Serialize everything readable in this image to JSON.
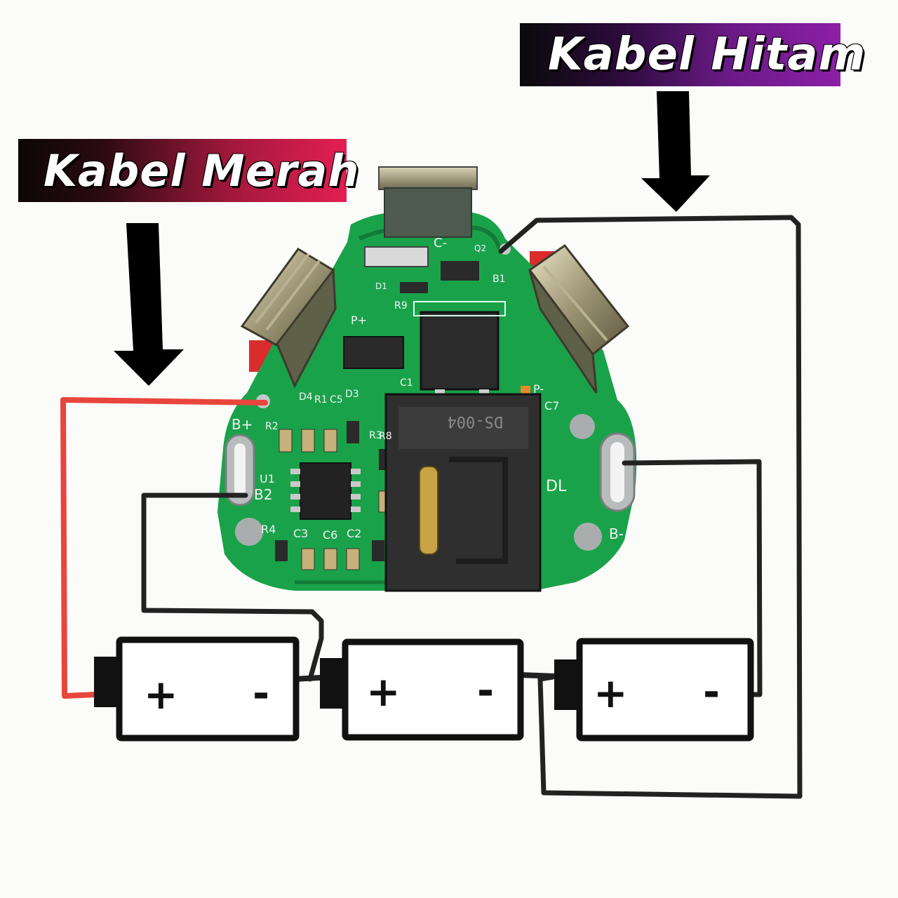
{
  "labels": {
    "red_wire": "Kabel Merah",
    "black_wire": "Kabel Hitam"
  },
  "pcb": {
    "silkscreen": {
      "b_plus": "B+",
      "b2": "B2",
      "b_minus": "B-",
      "u1": "U1",
      "r4": "R4",
      "r2": "R2",
      "r1": "R1",
      "r3": "R3",
      "r8": "R8",
      "r9": "R9",
      "c3": "C3",
      "c6": "C6",
      "c2": "C2",
      "c5": "C5",
      "c1": "C1",
      "c7": "C7",
      "d1": "D1",
      "d3": "D3",
      "d4": "D4",
      "dl": "DL",
      "c_minus": "C-",
      "p_plus": "P+",
      "p_minus": "P-",
      "b1": "B1",
      "q2": "Q2",
      "part_code": "DS-004"
    }
  },
  "batteries": [
    {
      "plus": "+",
      "minus": "-"
    },
    {
      "plus": "+",
      "minus": "-"
    },
    {
      "plus": "+",
      "minus": "-"
    }
  ],
  "colors": {
    "red_wire": "#e8453c",
    "black_wire": "#222222",
    "pcb_green": "#1aa24a",
    "banner_red": "#e31f52",
    "banner_purple": "#8c1fa6"
  }
}
